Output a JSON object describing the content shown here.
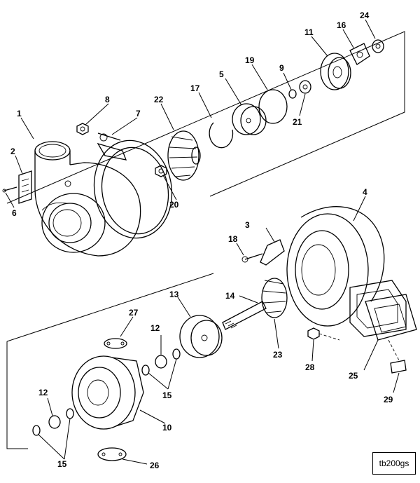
{
  "reference_code": "tb200gs",
  "callouts": {
    "c1": "1",
    "c2": "2",
    "c3": "3",
    "c4": "4",
    "c5": "5",
    "c6": "6",
    "c7": "7",
    "c8": "8",
    "c9": "9",
    "c10": "10",
    "c11": "11",
    "c12a": "12",
    "c12b": "12",
    "c13": "13",
    "c14": "14",
    "c15a": "15",
    "c15b": "15",
    "c16": "16",
    "c17": "17",
    "c18": "18",
    "c19": "19",
    "c20": "20",
    "c21": "21",
    "c22": "22",
    "c23": "23",
    "c24": "24",
    "c25": "25",
    "c26": "26",
    "c27": "27",
    "c28": "28",
    "c29": "29"
  }
}
